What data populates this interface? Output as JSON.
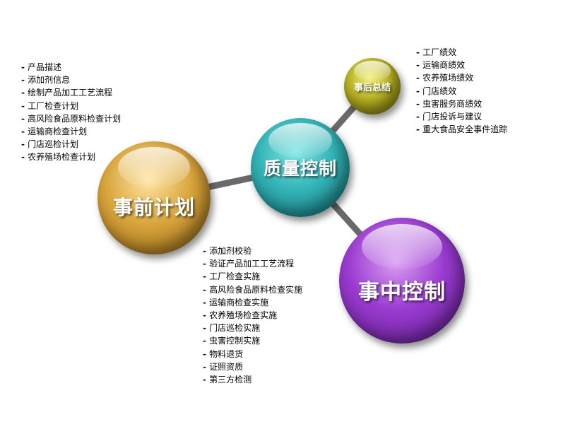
{
  "diagram": {
    "center": {
      "label": "质量控制",
      "color": "#2fb1b4"
    },
    "before": {
      "label": "事前计划",
      "color": "#d9a53c",
      "items": [
        "产品描述",
        "添加剂信息",
        "绘制产品加工工艺流程",
        "工厂检查计划",
        "高风险食品原料检查计划",
        "运输商检查计划",
        "门店巡检计划",
        "农养殖场检查计划"
      ]
    },
    "after": {
      "label": "事后总结",
      "color": "#b8b324",
      "items": [
        "工厂绩效",
        "运输商绩效",
        "农养殖场绩效",
        "门店绩效",
        "虫害服务商绩效",
        "门店投诉与建议",
        "重大食品安全事件追踪"
      ]
    },
    "during": {
      "label": "事中控制",
      "color": "#9a3bd0",
      "items": [
        "添加剂校验",
        "验证产品加工工艺流程",
        "工厂检查实施",
        "高风险食品原料检查实施",
        "运输商检查实施",
        "农养殖场检查实施",
        "门店巡检实施",
        "虫害控制实施",
        "物料退货",
        "证照资质",
        "第三方检测"
      ]
    }
  }
}
